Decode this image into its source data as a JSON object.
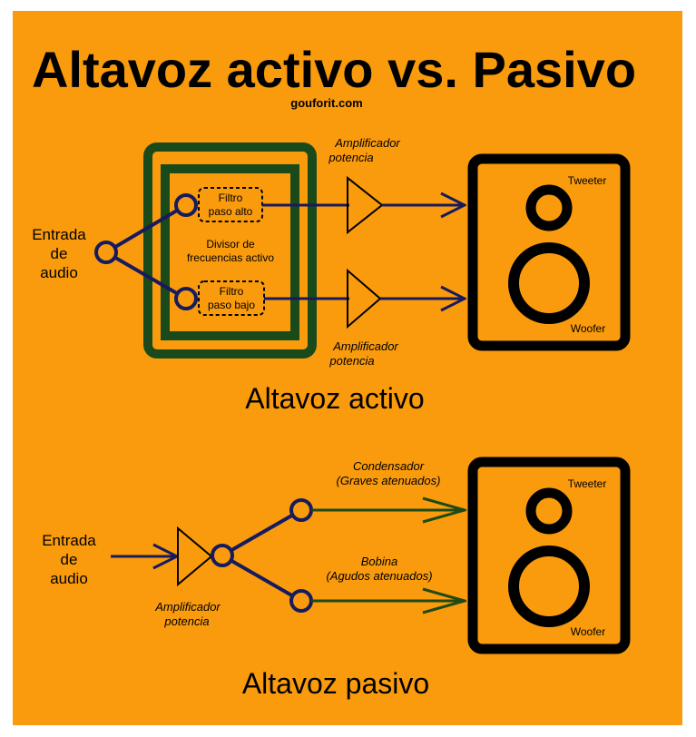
{
  "title": "Altavoz activo vs. Pasivo",
  "site": "gouforit.com",
  "colors": {
    "background": "#f99b0c",
    "outline": "#000000",
    "crossover_green": "#1a4a1a",
    "signal_navy": "#161a5e",
    "passive_green": "#1f4a14"
  },
  "active": {
    "caption": "Altavoz activo",
    "input_line1": "Entrada",
    "input_line2": "de",
    "input_line3": "audio",
    "crossover_line1": "Divisor de",
    "crossover_line2": "frecuencias activo",
    "hp_filter_line1": "Filtro",
    "hp_filter_line2": "paso alto",
    "lp_filter_line1": "Filtro",
    "lp_filter_line2": "paso bajo",
    "amp_top_line1": "Amplificador",
    "amp_top_line2": "potencia",
    "amp_bottom_line1": "Amplificador",
    "amp_bottom_line2": "potencia",
    "tweeter": "Tweeter",
    "woofer": "Woofer"
  },
  "passive": {
    "caption": "Altavoz pasivo",
    "input_line1": "Entrada",
    "input_line2": "de",
    "input_line3": "audio",
    "amp_line1": "Amplificador",
    "amp_line2": "potencia",
    "cap_line1": "Condensador",
    "cap_line2": "(Graves atenuados)",
    "coil_line1": "Bobina",
    "coil_line2": "(Agudos atenuados)",
    "tweeter": "Tweeter",
    "woofer": "Woofer"
  }
}
